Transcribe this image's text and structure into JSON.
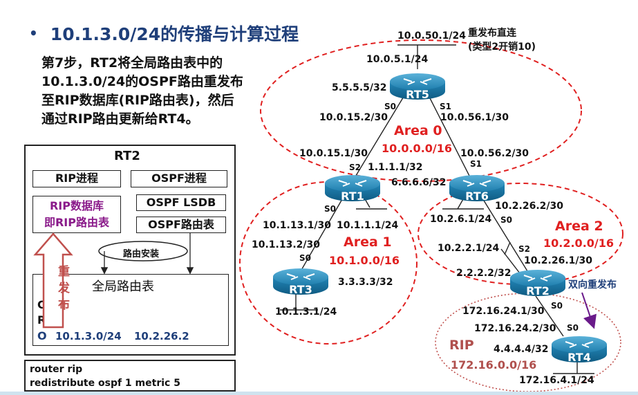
{
  "title": "10.1.3.0/24的传播与计算过程",
  "step": {
    "lines": [
      "第7步，RT2将全局路由表中的",
      "10.1.3.0/24的OSPF路由重发布",
      "至RIP数据库(RIP路由表)，然后",
      "通过RIP路由更新给RT4。"
    ]
  },
  "rt2_panel": {
    "title": "RT2",
    "rip_process": "RIP进程",
    "ospf_process": "OSPF进程",
    "rip_db_line1": "RIP数据库",
    "rip_db_line2": "即RIP路由表",
    "ospf_lsdb": "OSPF LSDB",
    "ospf_route_table": "OSPF路由表",
    "route_install": "路由安装",
    "redistribute_chars": [
      "重",
      "发",
      "布"
    ],
    "global_table": "全局路由表",
    "codes": [
      "C",
      "R",
      "O"
    ],
    "o_route": "10.1.3.0/24",
    "o_nexthop": "10.2.26.2"
  },
  "config": {
    "line1": "router rip",
    "line2": "redistribute ospf 1 metric 5"
  },
  "routers": {
    "rt5": "RT5",
    "rt1": "RT1",
    "rt6": "RT6",
    "rt3": "RT3",
    "rt2": "RT2",
    "rt4": "RT4"
  },
  "areas": {
    "area0_name": "Area 0",
    "area0_net": "10.0.0.0/16",
    "area1_name": "Area 1",
    "area1_net": "10.1.0.0/16",
    "area2_name": "Area 2",
    "area2_net": "10.2.0.0/16",
    "rip_name": "RIP",
    "rip_net": "172.16.0.0/16"
  },
  "labels": {
    "rt5_top_net": "10.0.50.1/24",
    "rt5_note1": "重发布直连",
    "rt5_note2": "(类型2开销10)",
    "rt5_lan": "10.0.5.1/24",
    "rt5_id": "5.5.5.5/32",
    "rt5_s0": "S0",
    "rt5_s1": "S1",
    "rt5_s0_ip": "10.0.15.2/30",
    "rt5_s1_ip": "10.0.56.1/30",
    "rt1_s2_ip": "10.0.15.1/30",
    "rt1_s2": "S2",
    "rt1_id": "1.1.1.1/32",
    "rt6_s1_ip": "10.0.56.2/30",
    "rt6_s1": "S1",
    "rt6_id": "6.6.6.6/32",
    "rt1_s0": "S0",
    "rt1_s0_ip": "10.1.13.1/30",
    "rt1_lan": "10.1.1.1/24",
    "rt3_s0_ip": "10.1.13.2/30",
    "rt3_s0": "S0",
    "rt3_id": "3.3.3.3/32",
    "rt3_lan": "10.1.3.1/24",
    "rt6_lan": "10.2.6.1/24",
    "rt6_s0_ip": "10.2.26.2/30",
    "rt6_s0": "S0",
    "rt2_lan": "10.2.2.1/24",
    "rt2_s2": "S2",
    "rt2_s2_ip": "10.2.26.1/30",
    "rt2_id": "2.2.2.2/32",
    "rt2_s0": "S0",
    "bidirectional": "双向重发布",
    "rt2_s0_ip": "172.16.24.1/30",
    "rt4_s0_ip": "172.16.24.2/30",
    "rt4_s0": "S0",
    "rt4_id": "4.4.4.4/32",
    "rt4_lan": "172.16.4.1/24"
  },
  "colors": {
    "title": "#1f3f7a",
    "area_red": "#e02020",
    "purple": "#8a1a8a",
    "router_blue": "#1a6f9a",
    "redistribute_arrow": "#c0504d",
    "route_blue": "#1f3f7a"
  }
}
